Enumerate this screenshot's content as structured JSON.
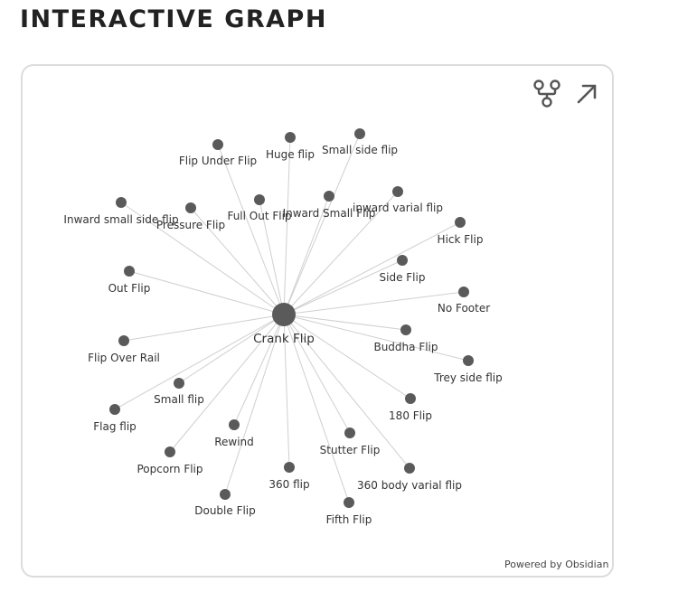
{
  "page": {
    "title": "INTERACTIVE GRAPH"
  },
  "toolbar": {
    "graph_view_icon": "graph-branch-icon",
    "expand_icon": "arrow-up-right-icon"
  },
  "graph": {
    "center": {
      "label": "Crank Flip"
    },
    "nodes": [
      {
        "label": "Flip Under Flip"
      },
      {
        "label": "Huge flip"
      },
      {
        "label": "Small side flip"
      },
      {
        "label": "Inward small side flip"
      },
      {
        "label": "Pressure Flip"
      },
      {
        "label": "Full Out Flip"
      },
      {
        "label": "Inward Small Flip"
      },
      {
        "label": "inward varial flip"
      },
      {
        "label": "Hick Flip"
      },
      {
        "label": "Side Flip"
      },
      {
        "label": "Out Flip"
      },
      {
        "label": "No Footer"
      },
      {
        "label": "Buddha Flip"
      },
      {
        "label": "Flip Over Rail"
      },
      {
        "label": "Trey side flip"
      },
      {
        "label": "Small flip"
      },
      {
        "label": "180 Flip"
      },
      {
        "label": "Flag flip"
      },
      {
        "label": "Rewind"
      },
      {
        "label": "Stutter Flip"
      },
      {
        "label": "Popcorn Flip"
      },
      {
        "label": "360 flip"
      },
      {
        "label": "360 body varial flip"
      },
      {
        "label": "Double Flip"
      },
      {
        "label": "Fifth Flip"
      }
    ]
  },
  "footer": {
    "powered_by": "Powered by Obsidian"
  },
  "colors": {
    "node": "#5a5a5a",
    "edge": "#cfcfcf",
    "border": "#dcdcdc",
    "icon": "#555555"
  }
}
